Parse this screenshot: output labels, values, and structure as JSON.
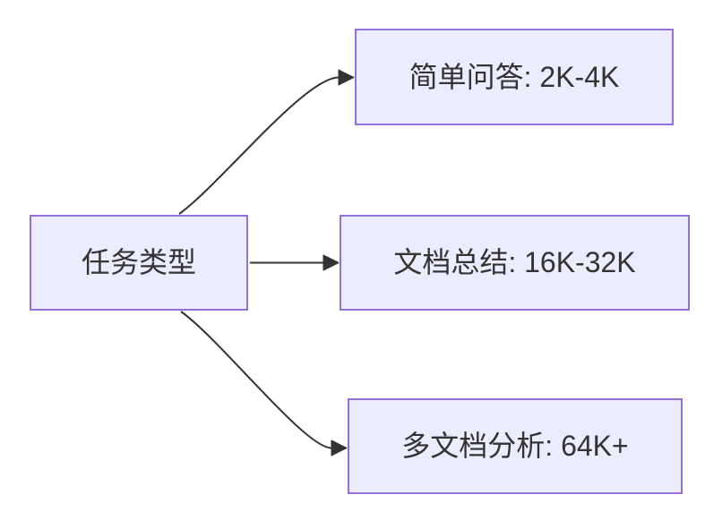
{
  "diagram": {
    "type": "flowchart",
    "direction": "left-to-right",
    "background_color": "#ffffff",
    "node_fill_color": "#ececff",
    "node_border_color": "#9370db",
    "edge_color": "#333333",
    "text_color": "#333333",
    "nodes": {
      "root": {
        "label": "任务类型"
      },
      "simple_qa": {
        "label": "简单问答: 2K-4K"
      },
      "doc_summary": {
        "label": "文档总结: 16K-32K"
      },
      "multi_doc": {
        "label": "多文档分析: 64K+"
      }
    },
    "edges": [
      {
        "from": "任务类型",
        "to": "简单问答: 2K-4K"
      },
      {
        "from": "任务类型",
        "to": "文档总结: 16K-32K"
      },
      {
        "from": "任务类型",
        "to": "多文档分析: 64K+"
      }
    ]
  }
}
